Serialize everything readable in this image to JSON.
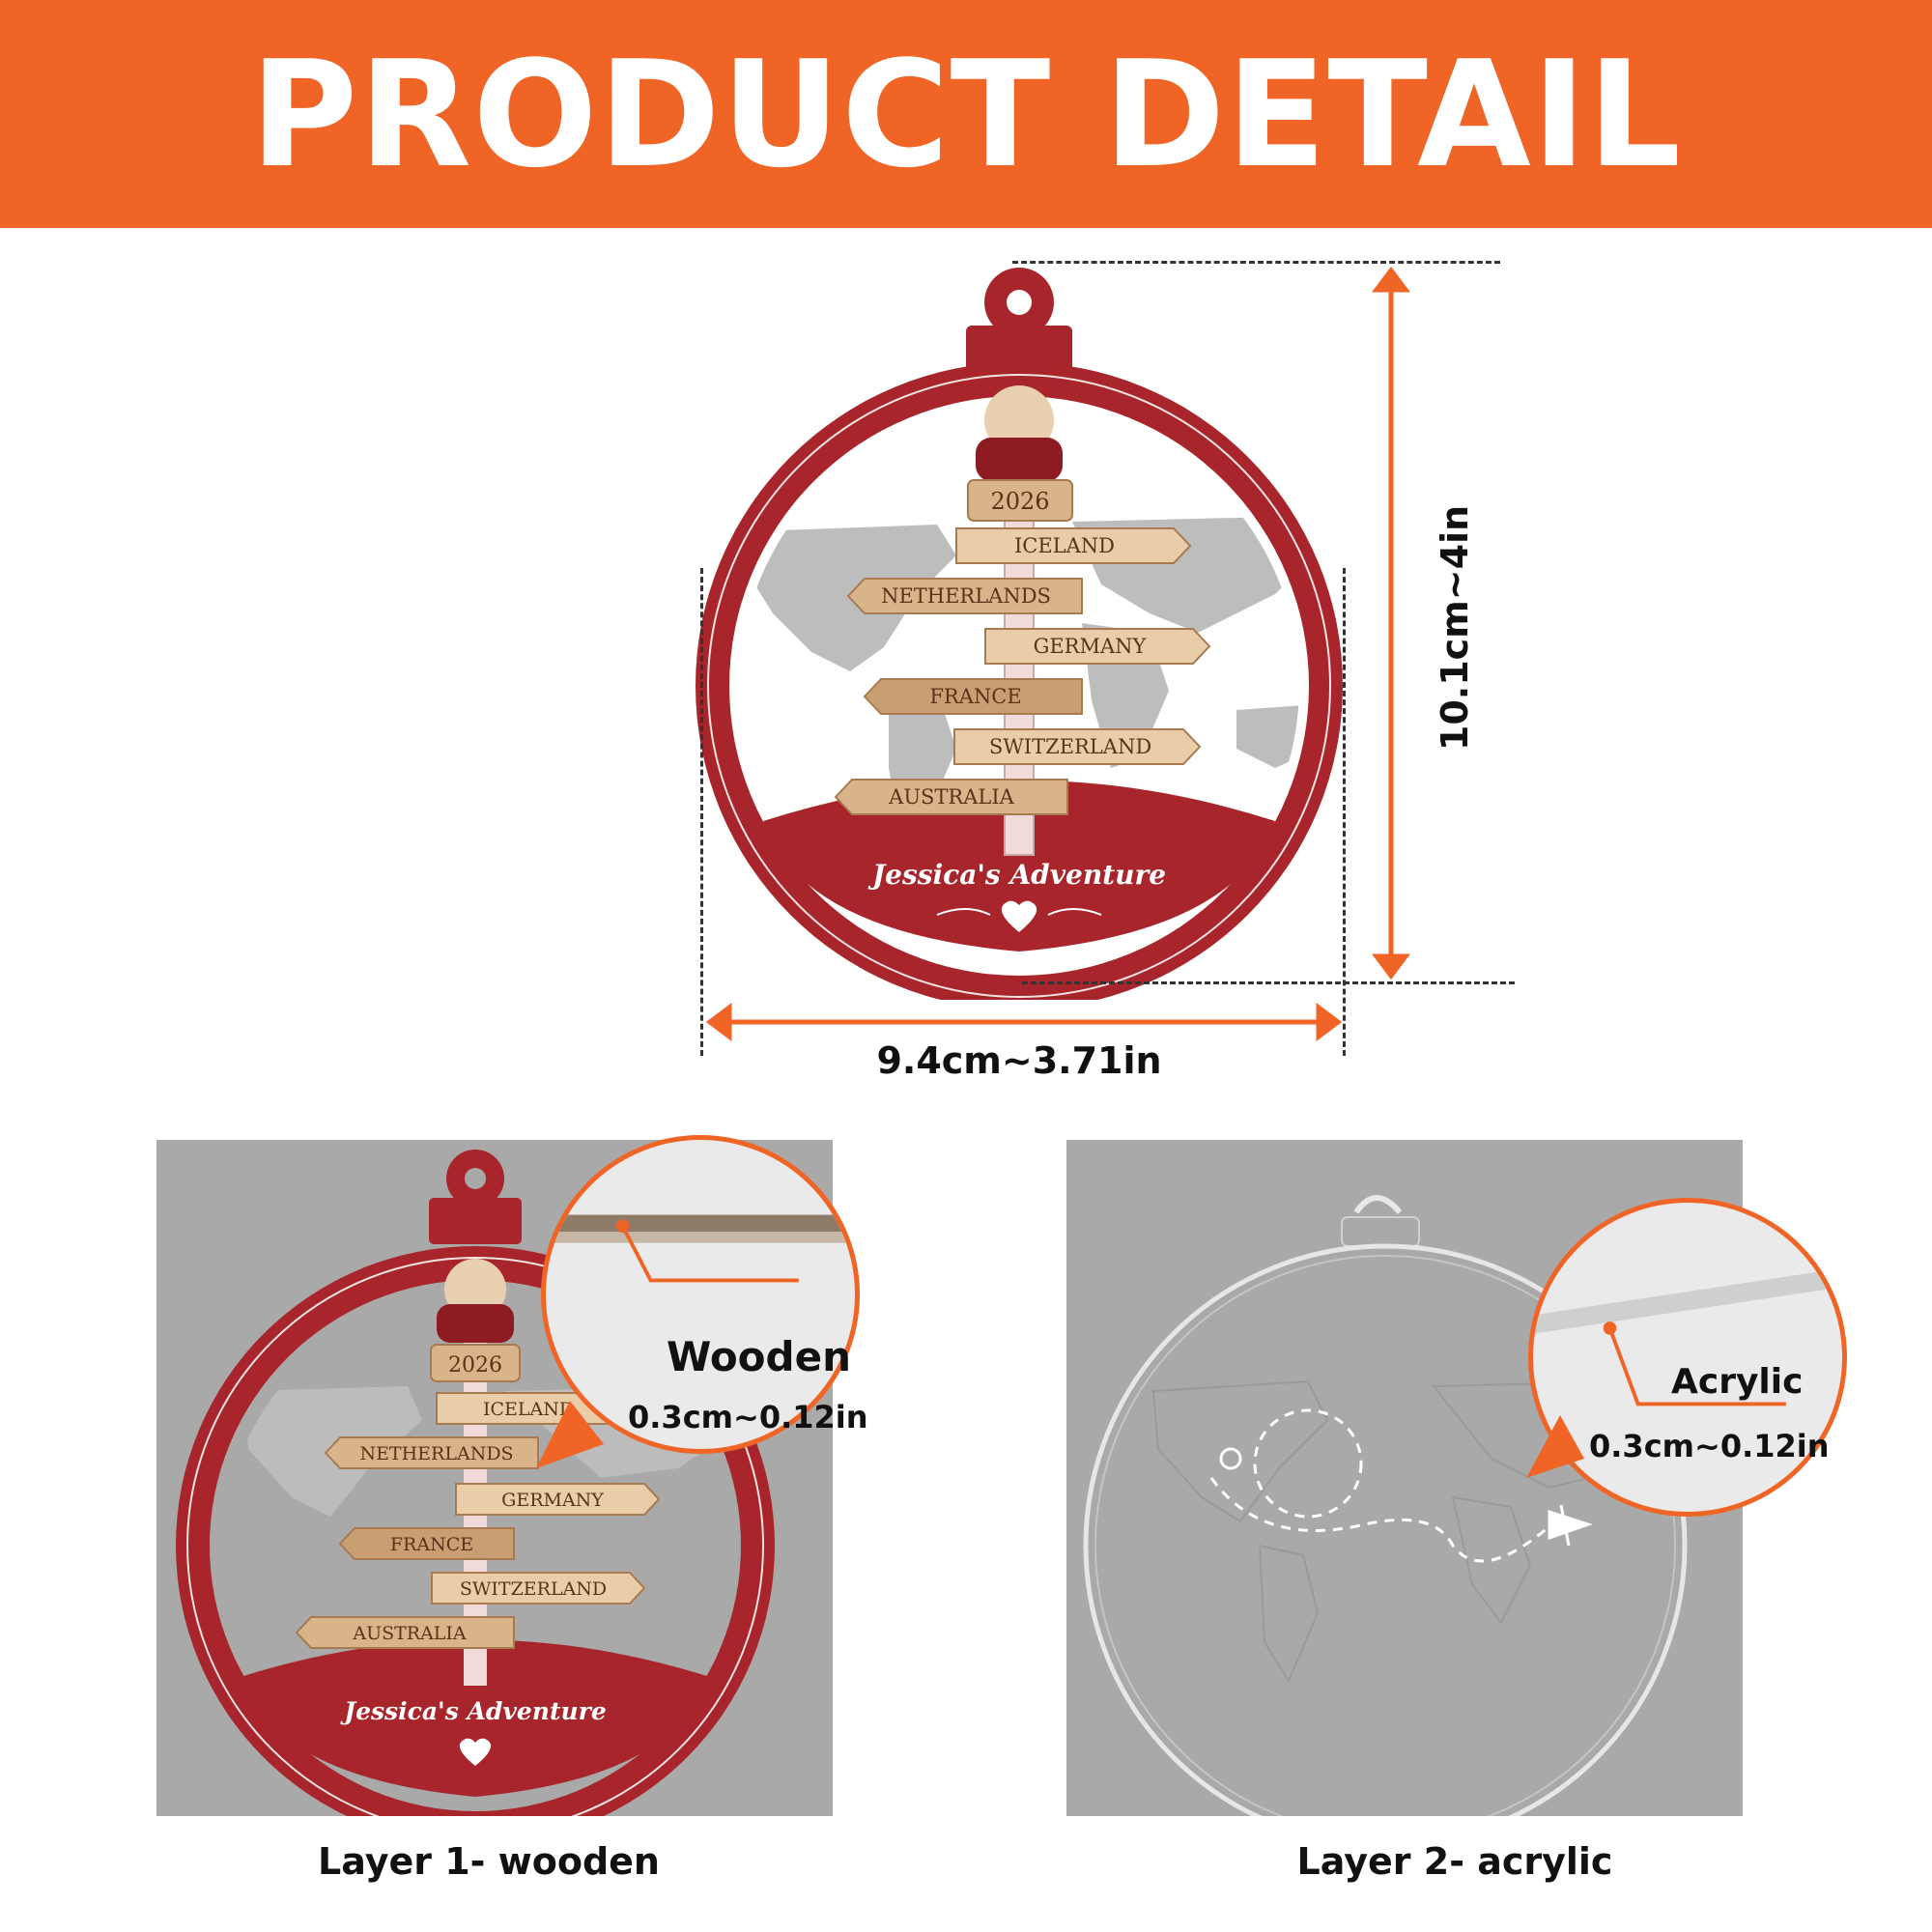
{
  "banner": {
    "title": "PRODUCT DETAIL"
  },
  "dimensions": {
    "height": "10.1cm~4in",
    "width": "9.4cm~3.71in"
  },
  "ornament": {
    "year": "2026",
    "signs": [
      "ICELAND",
      "NETHERLANDS",
      "GERMANY",
      "FRANCE",
      "SWITZERLAND",
      "AUSTRALIA"
    ],
    "caption": "Jessica's Adventure"
  },
  "layers": [
    {
      "caption": "Layer 1- wooden",
      "material": "Wooden",
      "thickness": "0.3cm~0.12in"
    },
    {
      "caption": "Layer 2- acrylic",
      "material": "Acrylic",
      "thickness": "0.3cm~0.12in"
    }
  ],
  "colors": {
    "accent": "#f06426",
    "ornament_red": "#a8262b",
    "wood": "#d9b48a",
    "panel_gray": "#a9a9a9"
  }
}
